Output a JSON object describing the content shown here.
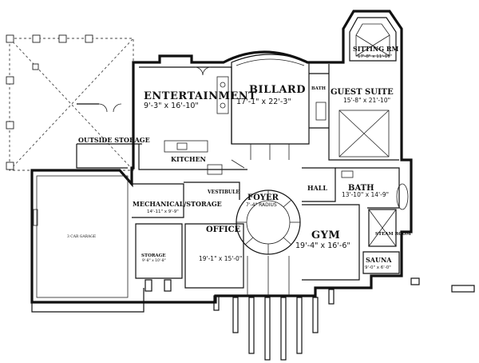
{
  "rooms": {
    "sitting_rm": {
      "name": "SITTING RM",
      "dims": "17'-8\" x 11'-10\""
    },
    "entertainment": {
      "name": "ENTERTAINMENT",
      "dims": "9'-3\" x 16'-10\""
    },
    "billard": {
      "name": "BILLARD",
      "dims": "17'-1\" x 22'-3\""
    },
    "guest_suite": {
      "name": "GUEST SUITE",
      "dims": "15'-8\" x 21'-10\""
    },
    "bath_small": {
      "name": "BATH"
    },
    "outside_storage": {
      "name": "OUTSIDE STORAGE"
    },
    "kitchen": {
      "name": "KITCHEN"
    },
    "vestibule": {
      "name": "VESTIBULE"
    },
    "foyer": {
      "name": "FOYER",
      "dims": "7'-4\" RADIUS"
    },
    "hall": {
      "name": "HALL"
    },
    "bath": {
      "name": "BATH",
      "dims": "13'-10\" x 14'-9\""
    },
    "mechanical_storage": {
      "name": "MECHANICAL/STORAGE",
      "dims": "14'-11\" x 9'-9\""
    },
    "garage": {
      "name": "3 CAR GARAGE"
    },
    "storage": {
      "name": "STORAGE",
      "dims": "9'-8\" x 10'-8\""
    },
    "office": {
      "name": "OFFICE",
      "dims": "19'-1\" x 15'-0\""
    },
    "gym": {
      "name": "GYM",
      "dims": "19'-4\" x 16'-6\""
    },
    "steam_room": {
      "name": "STEAM ROOM"
    },
    "sauna": {
      "name": "SAUNA",
      "dims": "9'-0\" x 6'-0\""
    }
  }
}
